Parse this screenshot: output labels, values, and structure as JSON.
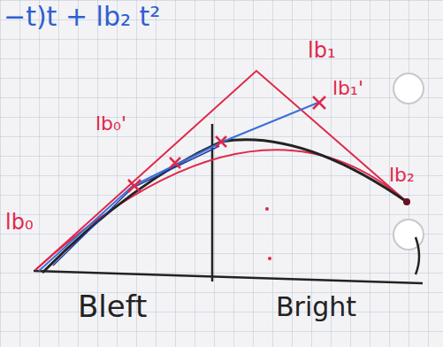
{
  "diagram": {
    "labels": [
      "−t)t + lb₂ t²",
      "lb₁",
      "lb₁'",
      "lb₀'",
      "lb₀",
      "lb₂",
      "Bleft",
      "Bright"
    ]
  }
}
